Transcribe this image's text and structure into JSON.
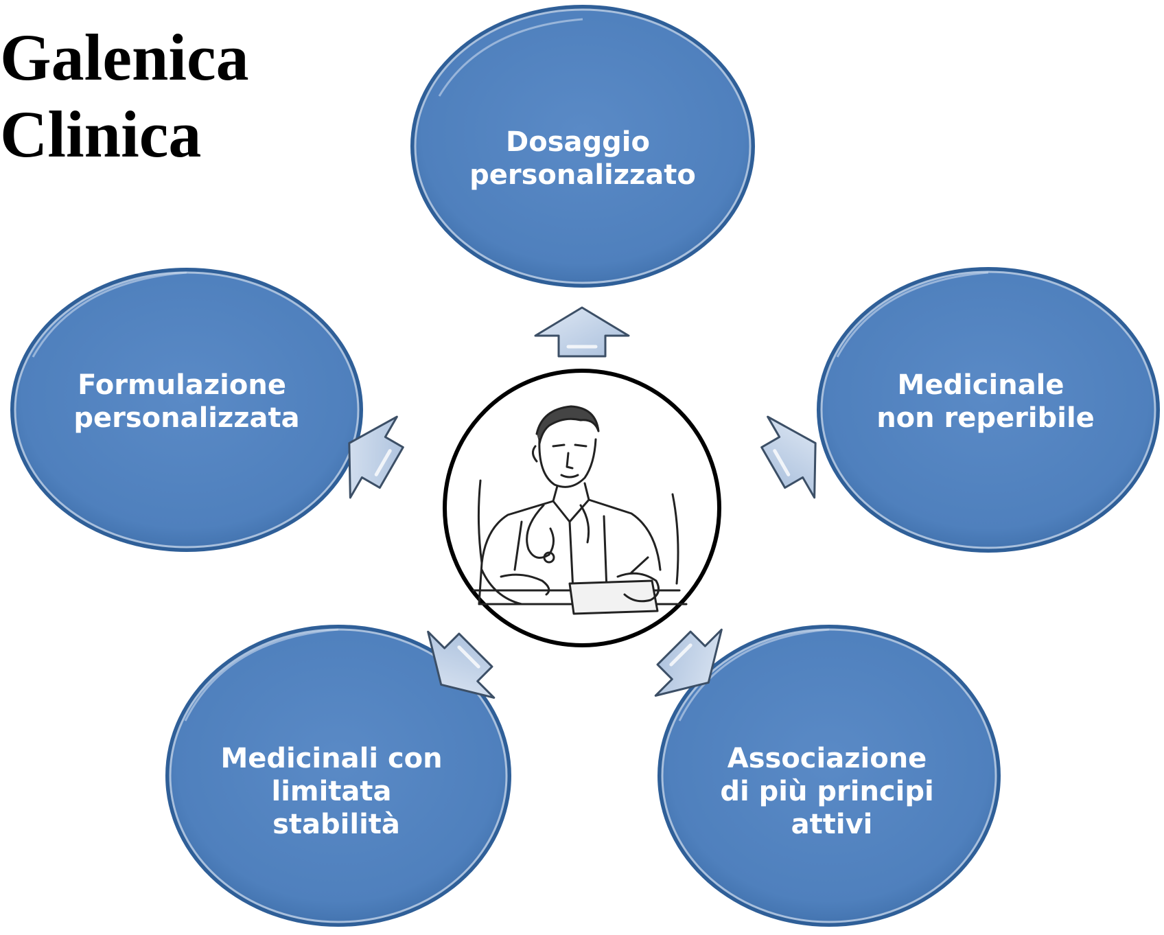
{
  "title": {
    "line1": "Galenica",
    "line2": "Clinica"
  },
  "center": {
    "icon": "doctor-writing-prescription-icon"
  },
  "bubbles": [
    {
      "id": "top",
      "lines": [
        "Dosaggio",
        "personalizzato"
      ]
    },
    {
      "id": "right",
      "lines": [
        "Medicinale",
        "non reperibile"
      ]
    },
    {
      "id": "bottom-right",
      "lines": [
        "Associazione",
        "di più principi",
        "attivi"
      ]
    },
    {
      "id": "bottom-left",
      "lines": [
        "Medicinali con",
        "limitata",
        "stabilità"
      ]
    },
    {
      "id": "left",
      "lines": [
        "Formulazione",
        "personalizzata"
      ]
    }
  ],
  "colors": {
    "bubble_fill": "#4f80bd",
    "bubble_edge": "#2f5f98",
    "arrow_fill": "#c5d4e8",
    "arrow_edge": "#3c4f66"
  }
}
